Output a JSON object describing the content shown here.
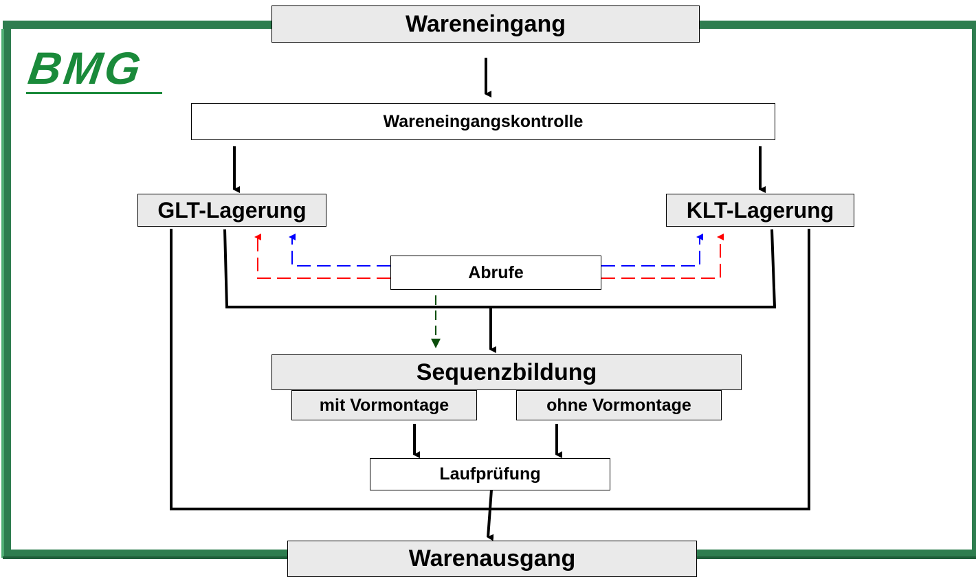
{
  "logo": {
    "text": "BMG",
    "color": "#1a8a3a"
  },
  "frame": {
    "color": "#2e7d4f",
    "highlight": "#4fae73"
  },
  "nodes": {
    "wareneingang": "Wareneingang",
    "kontrolle": "Wareneingangskontrolle",
    "glt": "GLT-Lagerung",
    "klt": "KLT-Lagerung",
    "abrufe": "Abrufe",
    "sequenz": "Sequenzbildung",
    "mit": "mit Vormontage",
    "ohne": "ohne Vormontage",
    "lauf": "Laufprüfung",
    "warenausgang": "Warenausgang"
  },
  "colors": {
    "flow": "#000000",
    "abruf_blue": "#0000ff",
    "abruf_red": "#ff0000",
    "abruf_green": "#0b4d0b"
  }
}
